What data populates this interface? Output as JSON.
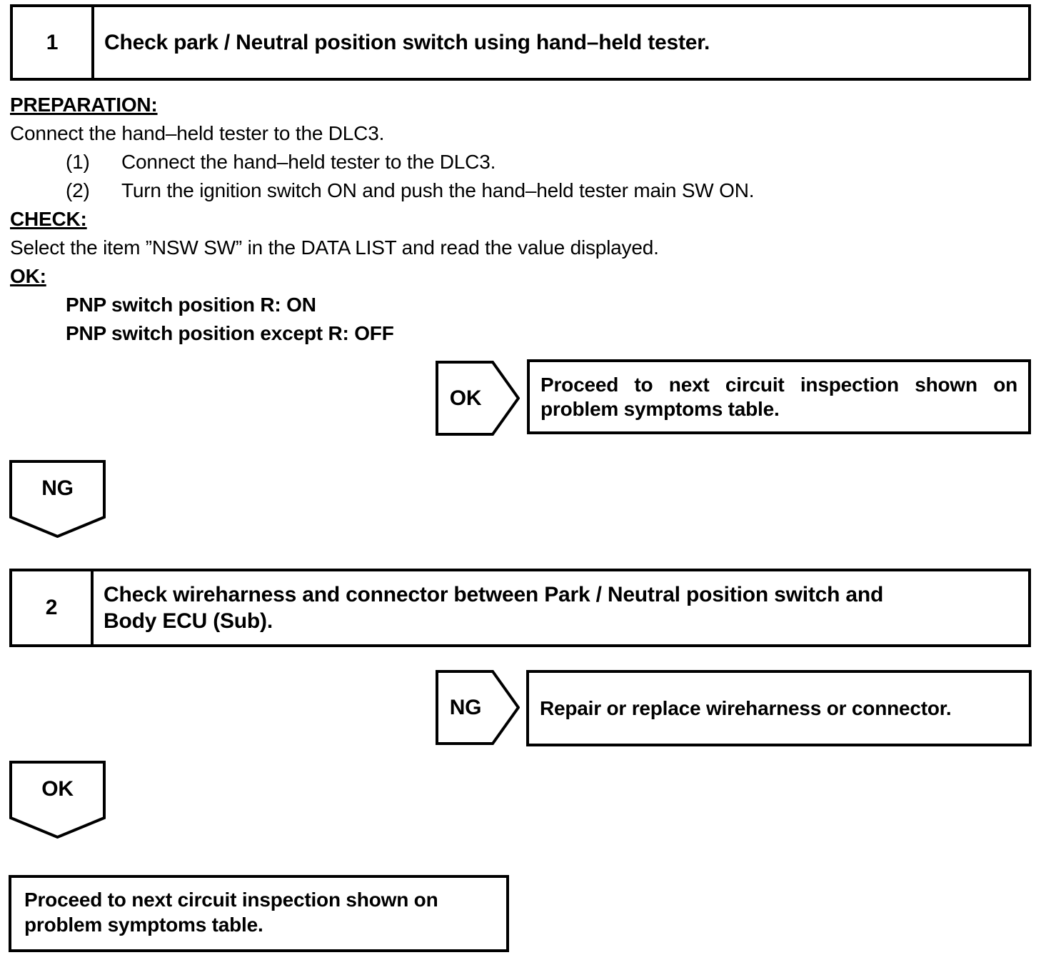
{
  "step1": {
    "number": "1",
    "title": "Check park / Neutral position switch using hand–held tester."
  },
  "sections": {
    "preparation": {
      "heading": "PREPARATION:",
      "intro": "Connect the hand–held tester to the DLC3.",
      "items": [
        {
          "num": "(1)",
          "text": "Connect the hand–held tester to the DLC3."
        },
        {
          "num": "(2)",
          "text": "Turn the ignition switch ON and push the hand–held tester main SW ON."
        }
      ]
    },
    "check": {
      "heading": "CHECK:",
      "text": "Select the item ”NSW SW” in the DATA LIST and read the value displayed."
    },
    "ok": {
      "heading": "OK:",
      "values": [
        "PNP switch position R: ON",
        "PNP switch position except R: OFF"
      ]
    }
  },
  "flow1": {
    "connector_label": "OK",
    "result_line1": "Proceed to next circuit inspection shown on",
    "result_line2": "problem symptoms table."
  },
  "connector_ng_down": {
    "label": "NG"
  },
  "step2": {
    "number": "2",
    "title_line1": "Check wireharness and connector between Park / Neutral position switch and",
    "title_line2": "Body ECU (Sub)."
  },
  "flow2": {
    "connector_label": "NG",
    "result_text": "Repair or replace wireharness or connector."
  },
  "connector_ok_down": {
    "label": "OK"
  },
  "final_box": {
    "line1": "Proceed to next circuit inspection shown on",
    "line2": "problem symptoms table."
  }
}
